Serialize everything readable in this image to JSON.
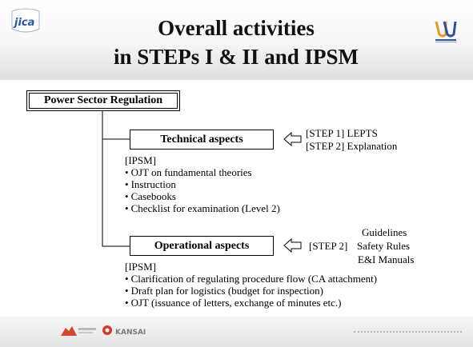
{
  "title": {
    "line1": "Overall activities",
    "line2": "in STEPs I & II and IPSM"
  },
  "logos": {
    "jica": "jica",
    "kansai": "KANSAI"
  },
  "root_box": {
    "label": "Power Sector Regulation"
  },
  "technical": {
    "label": "Technical aspects",
    "step_lines": [
      "[STEP 1] LEPTS",
      "[STEP 2] Explanation"
    ],
    "ipsm_header": "[IPSM]",
    "bullets": [
      "OJT on fundamental theories",
      "Instruction",
      "Casebooks",
      "Checklist for examination (Level 2)"
    ]
  },
  "operational": {
    "label": "Operational aspects",
    "step_label": "[STEP 2]",
    "step_items": [
      "Guidelines",
      "Safety Rules",
      "E&I Manuals"
    ],
    "ipsm_header": "[IPSM]",
    "bullets": [
      "Clarification of regulating procedure flow (CA attachment)",
      "Draft plan for logistics (budget for inspection)",
      "OJT (issuance of letters, exchange of minutes etc.)"
    ]
  },
  "colors": {
    "jica_blue": "#2a55a5",
    "wu_orange": "#e39a1f",
    "wu_blue": "#2c52a3",
    "kansai_red": "#d23a2a",
    "tepco_red": "#d4472e"
  },
  "icons": {
    "arrow": "left-hollow-arrow-icon"
  }
}
